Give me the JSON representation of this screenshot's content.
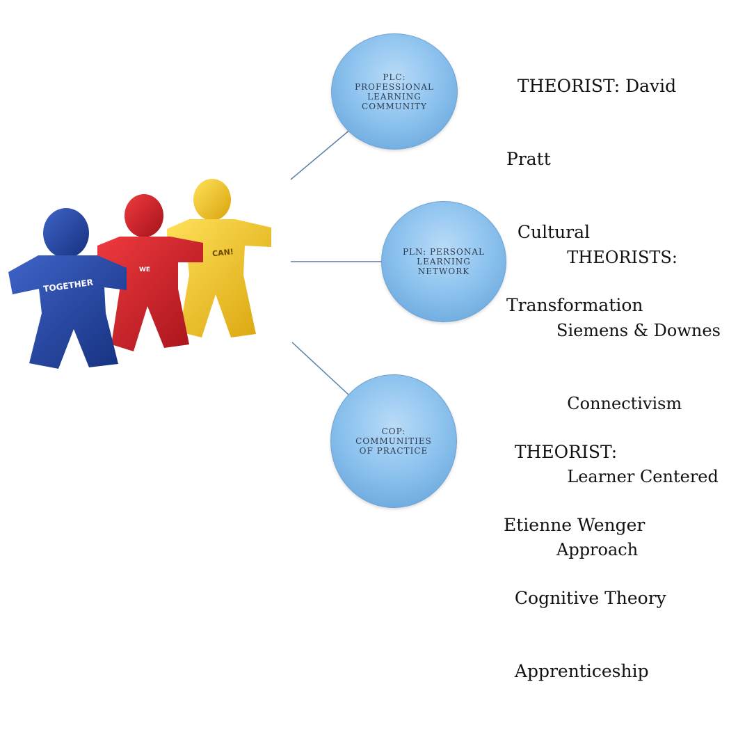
{
  "illustration": {
    "shirt_texts": [
      "TOGETHER",
      "WE",
      "CAN!"
    ],
    "colors": {
      "left": "#1f3f9a",
      "middle": "#d21f26",
      "right": "#f2c417"
    }
  },
  "nodes": [
    {
      "label": "PLC:\nPROFESSIONAL\nLEARNING\nCOMMUNITY",
      "theory_lines": [
        "  THEORIST: David",
        "Pratt",
        "  Cultural",
        "Transformation"
      ]
    },
    {
      "label": "PLN: PERSONAL\nLEARNING\nNETWORK",
      "theory_lines": [
        "  THEORISTS:",
        "Siemens & Downes",
        "  Connectivism",
        "  Learner Centered",
        "Approach"
      ]
    },
    {
      "label": "COP:\nCOMMUNITIES\nOF PRACTICE",
      "theory_lines": [
        "  THEORIST:",
        "Etienne Wenger",
        "  Cognitive Theory",
        "  Apprenticeship"
      ]
    }
  ],
  "colors": {
    "circle": "#8fc4ef",
    "connector": "#5a7fa6",
    "text": "#111111"
  }
}
